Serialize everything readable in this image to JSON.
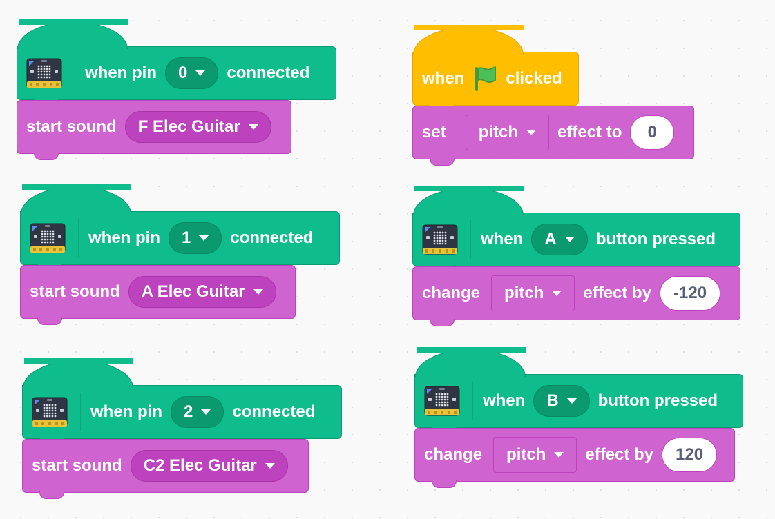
{
  "colors": {
    "event_green": "#0fbd8c",
    "event_yellow": "#ffbf00",
    "sound_purple": "#cf63cf",
    "text_white": "#ffffff",
    "number_text": "#575e75"
  },
  "scripts": [
    {
      "hat": {
        "icon": "microbit-icon",
        "when": "when pin",
        "pin": "0",
        "tail": "connected"
      },
      "stack": {
        "label": "start sound",
        "sound": "F Elec Guitar"
      }
    },
    {
      "hat": {
        "icon": "microbit-icon",
        "when": "when pin",
        "pin": "1",
        "tail": "connected"
      },
      "stack": {
        "label": "start sound",
        "sound": "A Elec Guitar"
      }
    },
    {
      "hat": {
        "icon": "microbit-icon",
        "when": "when pin",
        "pin": "2",
        "tail": "connected"
      },
      "stack": {
        "label": "start sound",
        "sound": "C2 Elec Guitar"
      }
    },
    {
      "hat": {
        "icon": "green-flag-icon",
        "when": "when",
        "tail": "clicked"
      },
      "stack": {
        "label": "set",
        "effect": "pitch",
        "mid": "effect to",
        "value": "0"
      }
    },
    {
      "hat": {
        "icon": "microbit-icon",
        "when": "when",
        "button": "A",
        "tail": "button pressed"
      },
      "stack": {
        "label": "change",
        "effect": "pitch",
        "mid": "effect by",
        "value": "-120"
      }
    },
    {
      "hat": {
        "icon": "microbit-icon",
        "when": "when",
        "button": "B",
        "tail": "button pressed"
      },
      "stack": {
        "label": "change",
        "effect": "pitch",
        "mid": "effect by",
        "value": "120"
      }
    }
  ]
}
